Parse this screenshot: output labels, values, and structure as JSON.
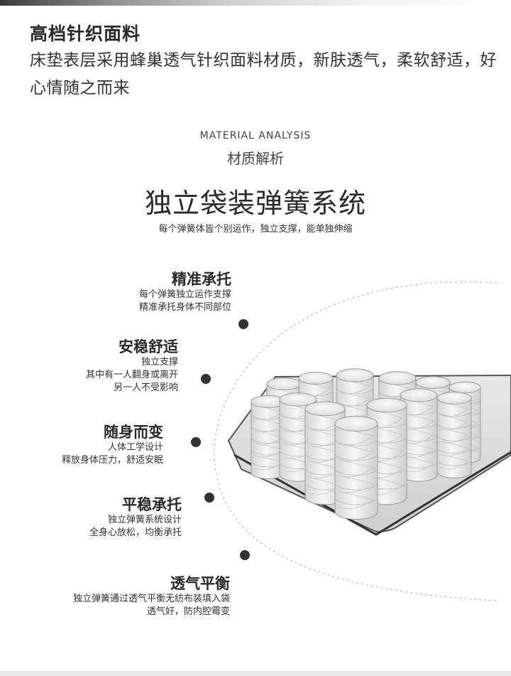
{
  "fabric": {
    "title": "高档针织面料",
    "desc": "床垫表层采用蜂巢透气针织面料材质，新肤透气，柔软舒适，好心情随之而来"
  },
  "analysis": {
    "en": "MATERIAL ANALYSIS",
    "cn": "材质解析"
  },
  "spring": {
    "title": "独立袋装弹簧系统",
    "subtitle": "每个弹簧体皆个别运作，独立支撑，能单独伸缩"
  },
  "features": [
    {
      "title": "精准承托",
      "lines": [
        "每个弹簧独立运作支撑",
        "精准承托身体不同部位"
      ]
    },
    {
      "title": "安稳舒适",
      "lines": [
        "独立支撑",
        "其中有一人翻身或离开",
        "另一人不受影响"
      ]
    },
    {
      "title": "随身而变",
      "lines": [
        "人体工学设计",
        "释放身体压力，舒适安眠"
      ]
    },
    {
      "title": "平稳承托",
      "lines": [
        "独立弹簧系统设计",
        "全身心放松，均衡承托"
      ]
    },
    {
      "title": "透气平衡",
      "lines": [
        "独立弹簧通过透气平衡无纺布装填入袋",
        "透气好，防内腔霉变"
      ]
    }
  ],
  "colors": {
    "dot": "#333333",
    "arc": "#bbbbbb",
    "spring_fill": "#eeeeee"
  }
}
